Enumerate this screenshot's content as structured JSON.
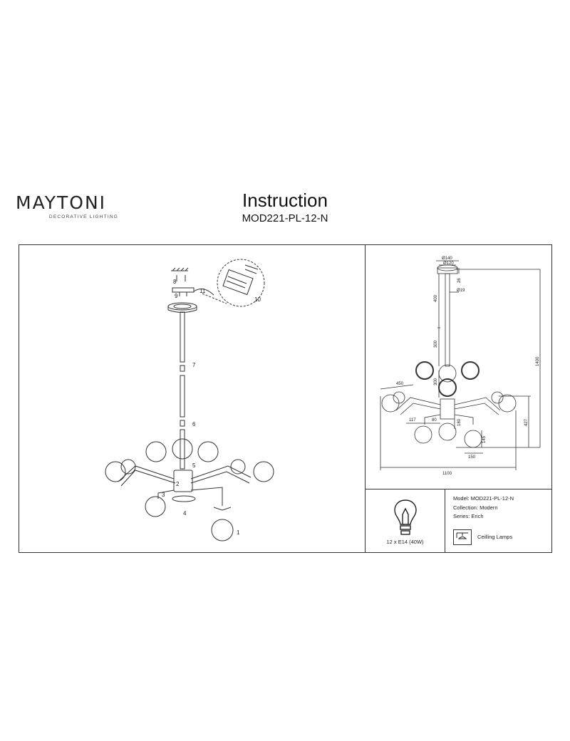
{
  "brand": {
    "name": "MAYTONI",
    "tagline": "DECORATIVE LIGHTING"
  },
  "header": {
    "title": "Instruction",
    "model": "MOD221-PL-12-N"
  },
  "assembly": {
    "steps": [
      "1",
      "2",
      "3",
      "4",
      "5",
      "6",
      "7",
      "8",
      "9",
      "10",
      "11"
    ]
  },
  "dimensions": {
    "canopy_outer": "Ø140",
    "canopy_inner": "Ø120",
    "canopy_height": "26",
    "rod_diameter": "Ø19",
    "rod_length": "400",
    "rod_extension": "300",
    "arm_reach": "450",
    "globe_drop": "300",
    "body_height": "180",
    "arm_left": "117",
    "arm_mid": "80",
    "globe_diameter": "150",
    "globe_lower": "145",
    "lower_height": "427",
    "total_height": "1400",
    "total_width": "1100"
  },
  "bulb": {
    "caption": "12 x E14 (40W)"
  },
  "specs": {
    "model": "Model: MOD221-PL-12-N",
    "collection": "Collection: Modern",
    "series": "Series: Erich",
    "type": "Ceilling Lamps"
  }
}
